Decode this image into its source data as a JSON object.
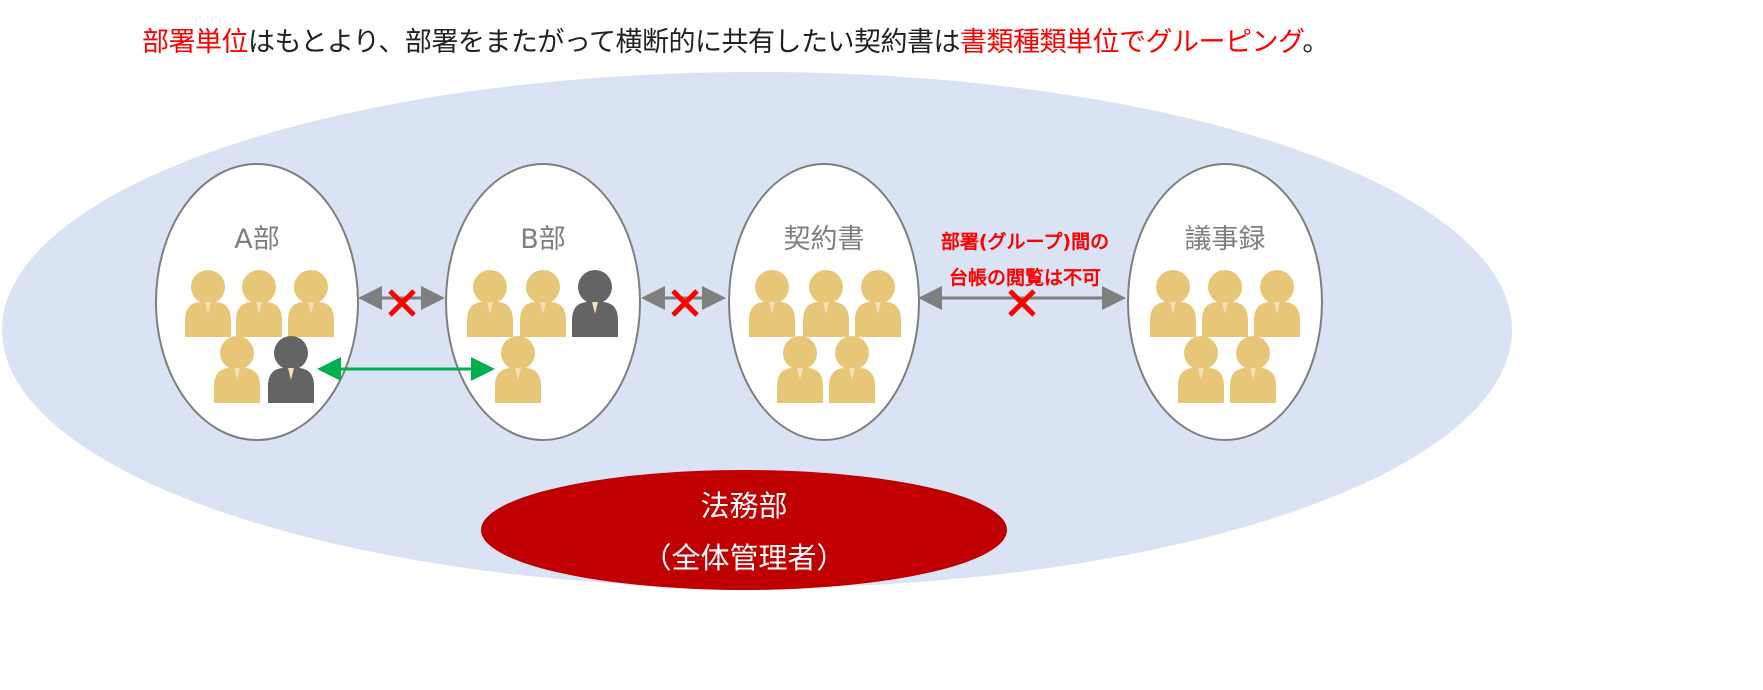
{
  "title": {
    "segments": [
      {
        "text": "部署単位",
        "highlight": true
      },
      {
        "text": "はもとより、部署をまたがって横断的に共有したい契約書は",
        "highlight": false
      },
      {
        "text": "書類種類単位でグルーピング",
        "highlight": true
      },
      {
        "text": "。",
        "highlight": false
      }
    ]
  },
  "groups": [
    {
      "label": "A部",
      "members": 5,
      "highlighted_member": 5
    },
    {
      "label": "B部",
      "members": 4,
      "highlighted_member": 3
    },
    {
      "label": "契約書",
      "members": 5
    },
    {
      "label": "議事録",
      "members": 5
    }
  ],
  "note": {
    "line1": "部署(グループ)間の",
    "line2": "台帳の閲覧は不可"
  },
  "admin": {
    "line1": "法務部",
    "line2": "（全体管理者）"
  },
  "colors": {
    "outer": "#dae3f3",
    "person": "#e8c677",
    "person_highlight": "#646464",
    "admin": "#c00000",
    "cross": "#ff0000",
    "allowed": "#00b050",
    "blocked": "#7f7f7f"
  }
}
